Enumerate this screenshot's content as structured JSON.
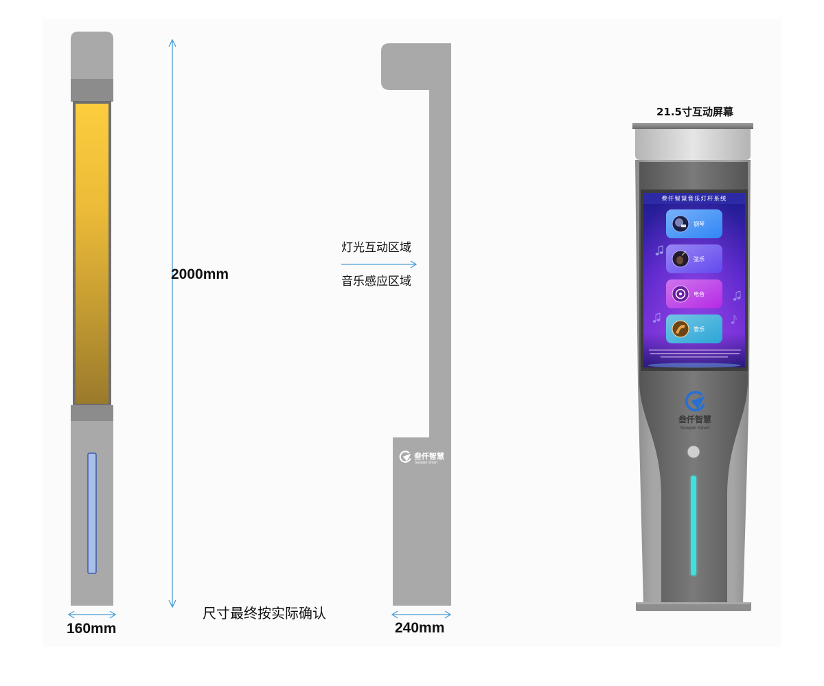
{
  "dimensions": {
    "height_label": "2000mm",
    "note": "尺寸最终按实际确认"
  },
  "left_pole": {
    "width_label": "160mm"
  },
  "middle_pole": {
    "width_label": "240mm",
    "zone_light": "灯光互动区域",
    "zone_music": "音乐感应区域",
    "logo": {
      "name": "叁仟智慧",
      "sub": "Sanqian Smart",
      "icon": "sanqian-logo-icon"
    }
  },
  "kiosk": {
    "screen_label": "21.5寸互动屏幕",
    "screen": {
      "title": "叁仟智慧音乐灯杆系统",
      "buttons": [
        {
          "label": "钢琴",
          "icon": "piano-icon",
          "color": "#2f86f6"
        },
        {
          "label": "弦乐",
          "icon": "strings-icon",
          "color": "#6248ee"
        },
        {
          "label": "电音",
          "icon": "electronic-icon",
          "color": "#b52ae4"
        },
        {
          "label": "管乐",
          "icon": "wind-icon",
          "color": "#2aa6d6"
        }
      ],
      "decor_icon": "music-note-icon"
    },
    "logo": {
      "name": "叁仟智慧",
      "sub": "Sanqian Smart",
      "icon": "sanqian-logo-icon"
    },
    "sensor_icon": "sensor-button-icon"
  },
  "colors": {
    "pole_gray": "#a9a9a9",
    "band_gray": "#8c8c8c",
    "light_top": "#fccd3e",
    "light_bottom": "#9a7a2c",
    "dimension_blue": "#4a9cd6",
    "slot_blue": "#a8bfe9",
    "slot_border": "#3b5ba8",
    "strip_cyan": "#3ee0e0",
    "logo_blue": "#2a6fd0",
    "white": "#ffffff"
  }
}
